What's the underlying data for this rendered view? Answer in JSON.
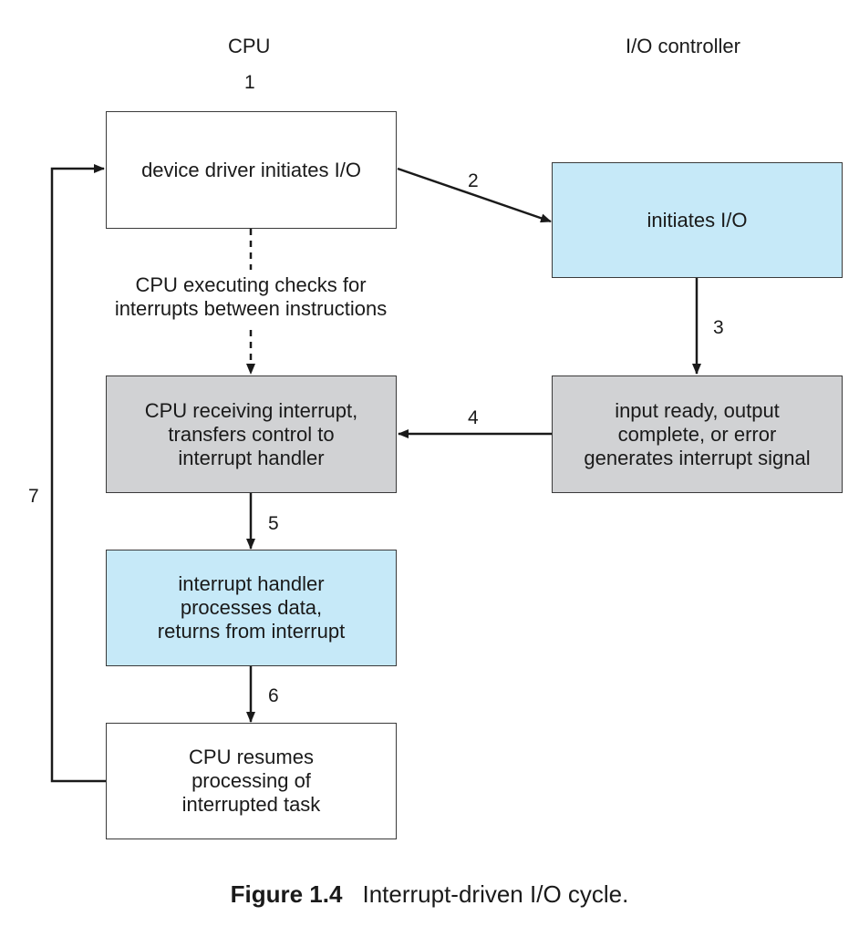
{
  "headers": {
    "cpu": "CPU",
    "io_controller": "I/O controller"
  },
  "steps": {
    "s1": "1",
    "s2": "2",
    "s3": "3",
    "s4": "4",
    "s5": "5",
    "s6": "6",
    "s7": "7"
  },
  "boxes": {
    "driver_initiates": [
      "device driver initiates I/O"
    ],
    "controller_initiates": [
      "initiates I/O"
    ],
    "cpu_receiving": [
      "CPU receiving interrupt,",
      "transfers control to",
      "interrupt handler"
    ],
    "interrupt_signal": [
      "input ready, output",
      "complete, or error",
      "generates interrupt signal"
    ],
    "handler_processes": [
      "interrupt handler",
      "processes data,",
      "returns from interrupt"
    ],
    "cpu_resumes": [
      "CPU resumes",
      "processing of",
      "interrupted task"
    ]
  },
  "note": [
    "CPU executing checks for",
    "interrupts between instructions"
  ],
  "caption": {
    "number": "Figure 1.4",
    "title": "Interrupt-driven I/O cycle."
  },
  "colors": {
    "blue_box": "#c6e9f8",
    "gray_box": "#d1d2d4",
    "white_box": "#ffffff",
    "line": "#1a1a1a"
  }
}
